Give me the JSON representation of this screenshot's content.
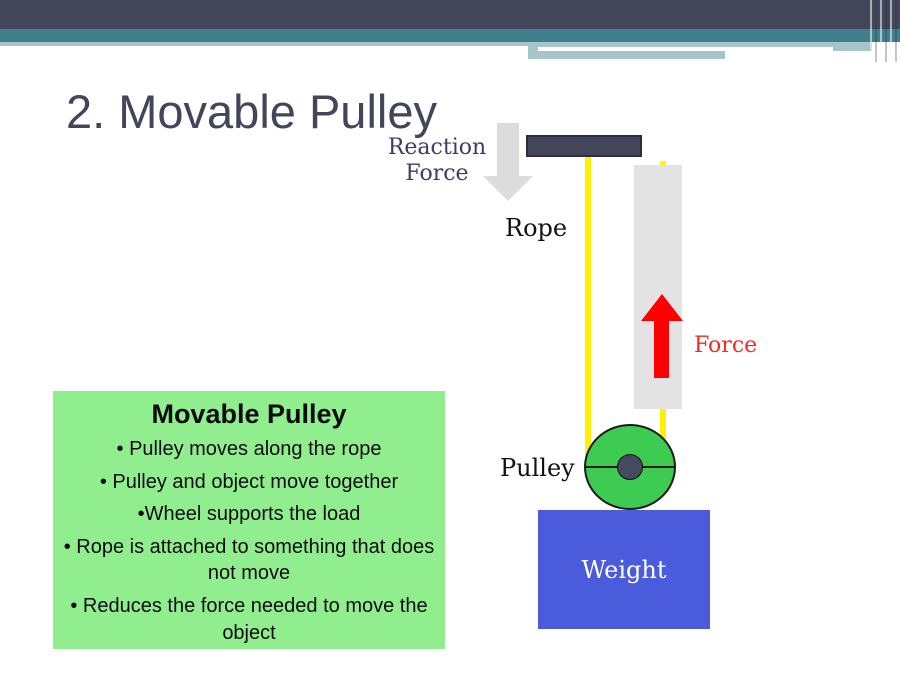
{
  "slide": {
    "title": "2. Movable Pulley"
  },
  "infobox": {
    "title": "Movable Pulley",
    "bullets": [
      "• Pulley moves along the rope",
      "• Pulley and object move together",
      "•Wheel supports the load",
      "• Rope is attached to something that does not move",
      "• Reduces the force needed to move the object"
    ],
    "background_color": "#90EE8E"
  },
  "diagram": {
    "labels": {
      "reaction_force": "Reaction Force",
      "rope": "Rope",
      "force": "Force",
      "pulley": "Pulley",
      "weight": "Weight"
    },
    "colors": {
      "rope_yellow": "#FFF101",
      "pulley_wheel_green": "#3DCB51",
      "axle_slate": "#454A5E",
      "weight_blue": "#4A5BDC",
      "force_arrow_red": "#FF0000",
      "force_label_red": "#EF2B22",
      "reaction_arrow_gray": "#DCDCDC",
      "beam_slate": "#434659",
      "gray_column": "#E3E3E3"
    }
  },
  "theme": {
    "header_dark": "#434659",
    "header_teal": "#41808A",
    "header_pale": "#A7C4C8",
    "title_color": "#42465A",
    "reaction_label_color": "#3A4063"
  }
}
